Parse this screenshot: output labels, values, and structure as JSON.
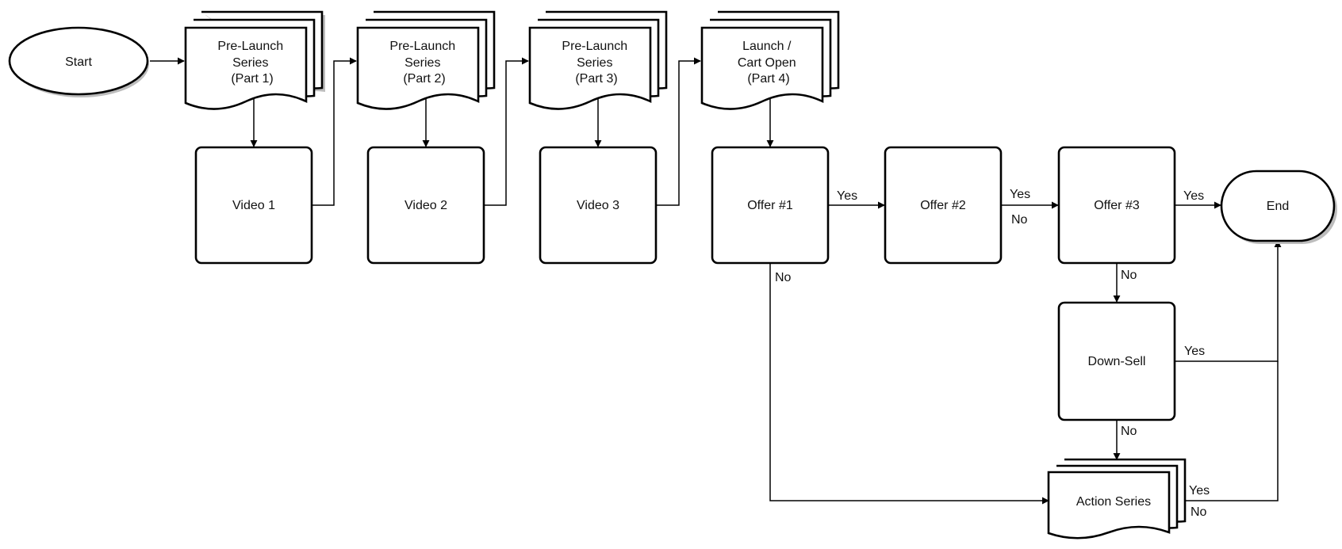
{
  "nodes": {
    "start": {
      "label": "Start"
    },
    "doc1": {
      "lines": [
        "Pre-Launch",
        "Series",
        "(Part 1)"
      ]
    },
    "doc2": {
      "lines": [
        "Pre-Launch",
        "Series",
        "(Part 2)"
      ]
    },
    "doc3": {
      "lines": [
        "Pre-Launch",
        "Series",
        "(Part 3)"
      ]
    },
    "doc4": {
      "lines": [
        "Launch /",
        "Cart Open",
        "(Part 4)"
      ]
    },
    "video1": {
      "label": "Video 1"
    },
    "video2": {
      "label": "Video 2"
    },
    "video3": {
      "label": "Video 3"
    },
    "offer1": {
      "label": "Offer #1"
    },
    "offer2": {
      "label": "Offer #2"
    },
    "offer3": {
      "label": "Offer #3"
    },
    "end": {
      "label": "End"
    },
    "downsell": {
      "label": "Down-Sell"
    },
    "action": {
      "label": "Action Series"
    }
  },
  "edge_labels": {
    "offer1_yes": "Yes",
    "offer1_no": "No",
    "offer2_yes": "Yes",
    "offer2_no": "No",
    "offer3_yes": "Yes",
    "offer3_no": "No",
    "downsell_yes": "Yes",
    "downsell_no": "No",
    "action_yes": "Yes",
    "action_no": "No"
  }
}
